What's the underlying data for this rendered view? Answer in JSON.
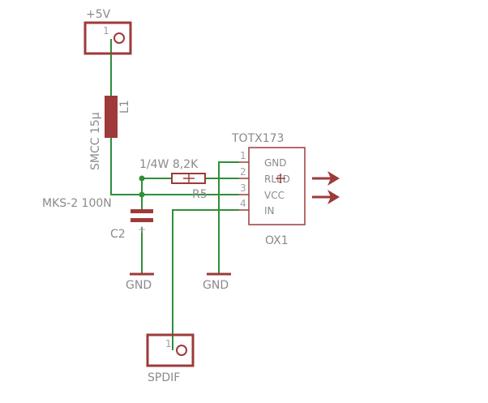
{
  "connectors": {
    "power": {
      "label": "+5V",
      "pin": "1"
    },
    "spdif": {
      "label": "SPDIF",
      "pin": "1"
    }
  },
  "inductor": {
    "value": "SMCC 15µ",
    "name": "L1"
  },
  "resistor": {
    "value": "1/4W 8,2K",
    "name": "R5"
  },
  "capacitor": {
    "value": "MKS-2 100N",
    "name": "C2",
    "plus": "+"
  },
  "ic": {
    "part": "TOTX173",
    "name": "OX1",
    "pins": [
      {
        "num": "1",
        "label": "GND"
      },
      {
        "num": "2",
        "label": "RLED"
      },
      {
        "num": "3",
        "label": "VCC"
      },
      {
        "num": "4",
        "label": "IN"
      }
    ]
  },
  "grounds": {
    "left": "GND",
    "mid": "GND"
  },
  "colors": {
    "wire": "#2f8f3a",
    "part": "#9e3a3a",
    "text": "#8a8a8a"
  }
}
